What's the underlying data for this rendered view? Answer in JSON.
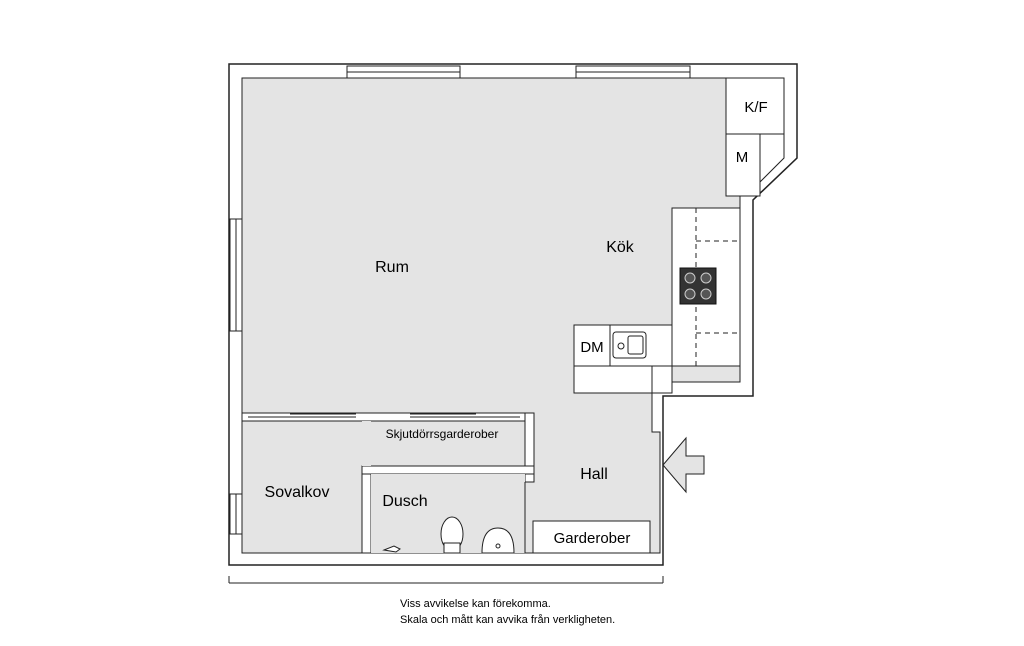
{
  "rooms": {
    "rum": "Rum",
    "kok": "Kök",
    "kf": "K/F",
    "m": "M",
    "dm": "DM",
    "skjutdorrsgarderober": "Skjutdörrsgarderober",
    "sovalkov": "Sovalkov",
    "dusch": "Dusch",
    "hall": "Hall",
    "garderober": "Garderober"
  },
  "disclaimer": {
    "line1": "Viss avvikelse kan förekomma.",
    "line2": "Skala och mått kan avvika från verkligheten."
  },
  "colors": {
    "floor": "#e4e4e4",
    "wall": "#ffffff",
    "line": "#222222"
  }
}
